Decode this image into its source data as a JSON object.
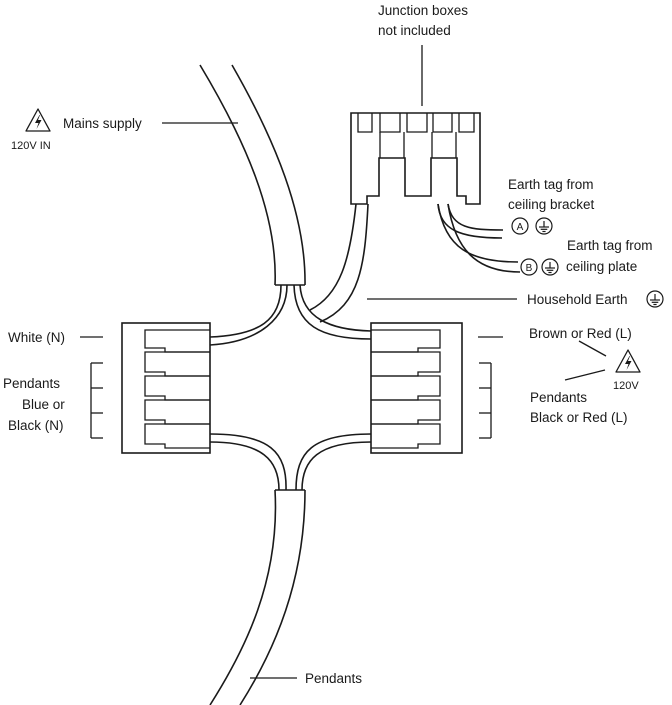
{
  "labels": {
    "junction_line1": "Junction boxes",
    "junction_line2": "not included",
    "mains_supply": "Mains supply",
    "mains_voltage": "120V IN",
    "earth_bracket_line1": "Earth tag from",
    "earth_bracket_line2": "ceiling bracket",
    "earth_plate_line1": "Earth tag from",
    "earth_plate_line2": "ceiling plate",
    "tag_a": "A",
    "tag_b": "B",
    "household_earth": "Household Earth",
    "white_n": "White (N)",
    "brown_red_l": "Brown or Red (L)",
    "voltage_120v": "120V",
    "pendants_left_line1": "Pendants",
    "pendants_left_line2": "Blue or",
    "pendants_left_line3": "Black (N)",
    "pendants_right_line1": "Pendants",
    "pendants_right_line2": "Black or Red (L)",
    "pendants_bottom": "Pendants"
  },
  "icons": {
    "warning": "high-voltage-warning-icon",
    "earth": "earth-ground-icon"
  },
  "colors": {
    "line": "#1a1a1a",
    "background": "#ffffff"
  }
}
